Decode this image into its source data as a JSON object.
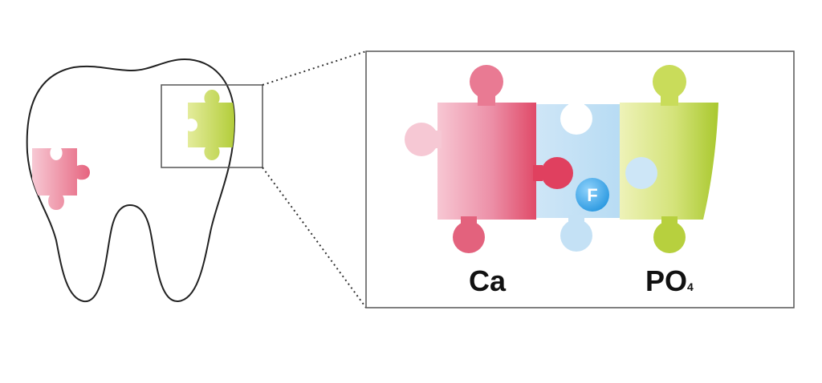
{
  "labels": {
    "calcium": "Ca",
    "phosphate_main": "PO",
    "phosphate_subscript": "4",
    "fluoride": "F"
  },
  "colors": {
    "calcium_piece": "#e05470",
    "fluoride_piece": "#a8d4f0",
    "phosphate_piece": "#b4cf3c",
    "fluoride_badge": "#3aa6e6",
    "outline": "#222222",
    "zoom_frame": "#666666"
  },
  "icons": {
    "tooth": "tooth-icon",
    "calcium_piece": "puzzle-piece-icon",
    "phosphate_piece": "puzzle-piece-icon",
    "fluoride_piece": "puzzle-piece-icon",
    "fluoride_badge": "circle-badge-icon"
  }
}
